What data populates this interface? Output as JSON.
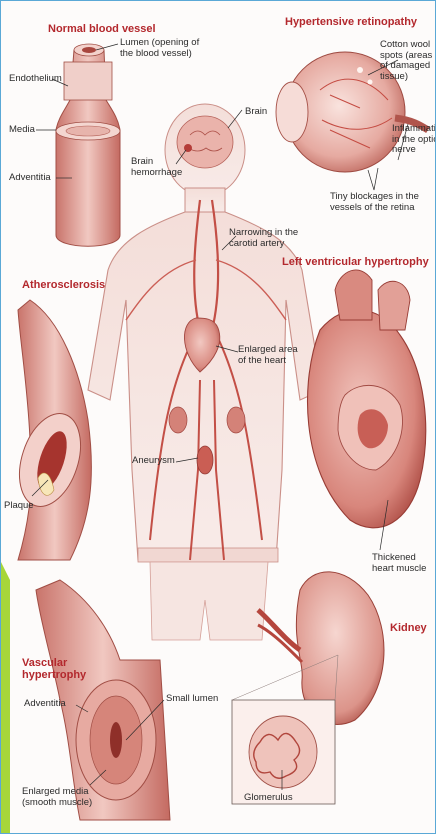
{
  "sections": {
    "normal_vessel": "Normal blood vessel",
    "retinopathy": "Hypertensive retinopathy",
    "atherosclerosis": "Atherosclerosis",
    "lvh": "Left ventricular hypertrophy",
    "vascular_hypertrophy": [
      "Vascular",
      "hypertrophy"
    ],
    "kidney": "Kidney"
  },
  "labels": {
    "lumen": [
      "Lumen (opening of",
      "the blood vessel)"
    ],
    "endothelium": "Endothelium",
    "media": "Media",
    "adventitia_top": "Adventitia",
    "brain": "Brain",
    "brain_hemorrhage": [
      "Brain",
      "hemorrhage"
    ],
    "narrowing": [
      "Narrowing in the",
      "carotid artery"
    ],
    "cotton_wool": [
      "Cotton wool",
      "spots (areas",
      "of damaged",
      "tissue)"
    ],
    "optic_nerve": [
      "Inflammation",
      "in the optic",
      "nerve"
    ],
    "tiny_blockages": [
      "Tiny blockages in the",
      "vessels of the retina"
    ],
    "enlarged_heart": [
      "Enlarged area",
      "of the heart"
    ],
    "aneurysm": "Aneurysm",
    "plaque": "Plaque",
    "thickened_muscle": [
      "Thickened",
      "heart muscle"
    ],
    "adventitia_bottom": "Adventitia",
    "small_lumen": "Small lumen",
    "enlarged_media": [
      "Enlarged media",
      "(smooth muscle)"
    ],
    "glomerulus": "Glomerulus"
  },
  "colors": {
    "accent_red": "#b3282d",
    "tissue": "#e2a49c",
    "tissue_dark": "#a5463f",
    "green_bar": "#a7d63a",
    "frame_blue": "#5aa8d6"
  }
}
